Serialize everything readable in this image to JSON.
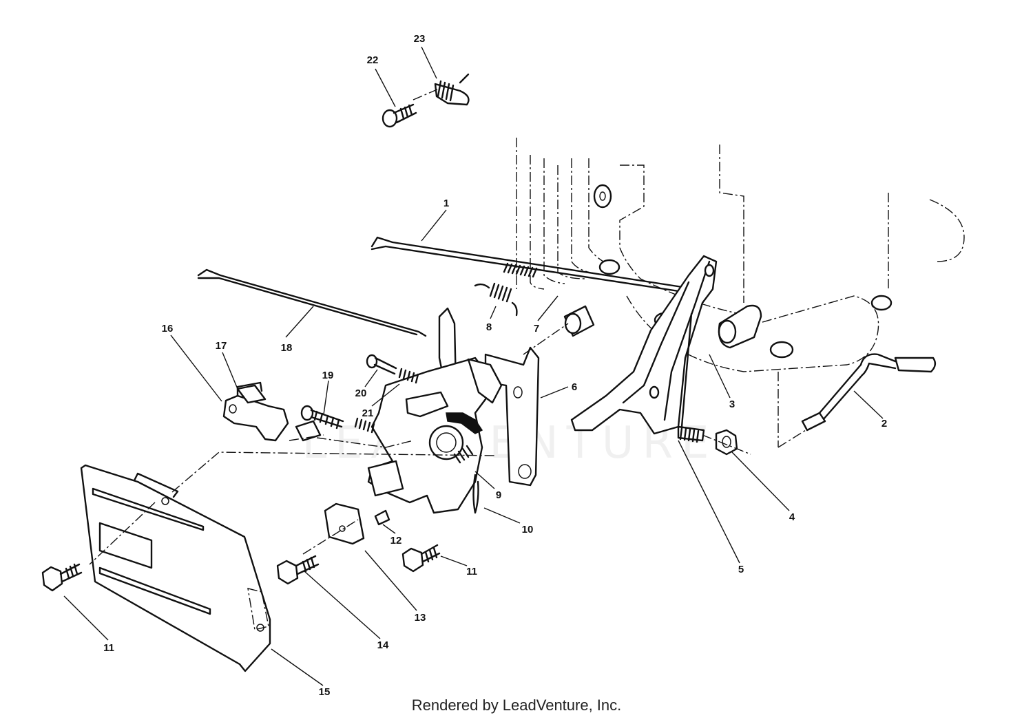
{
  "credit": "Rendered by LeadVenture, Inc.",
  "watermark": "LEADVENTURE",
  "colors": {
    "ink": "#111111",
    "background": "#ffffff"
  },
  "callouts": [
    "1",
    "2",
    "3",
    "4",
    "5",
    "6",
    "7",
    "8",
    "9",
    "10",
    "11",
    "11",
    "12",
    "13",
    "14",
    "15",
    "16",
    "17",
    "18",
    "19",
    "20",
    "21",
    "22",
    "23"
  ]
}
